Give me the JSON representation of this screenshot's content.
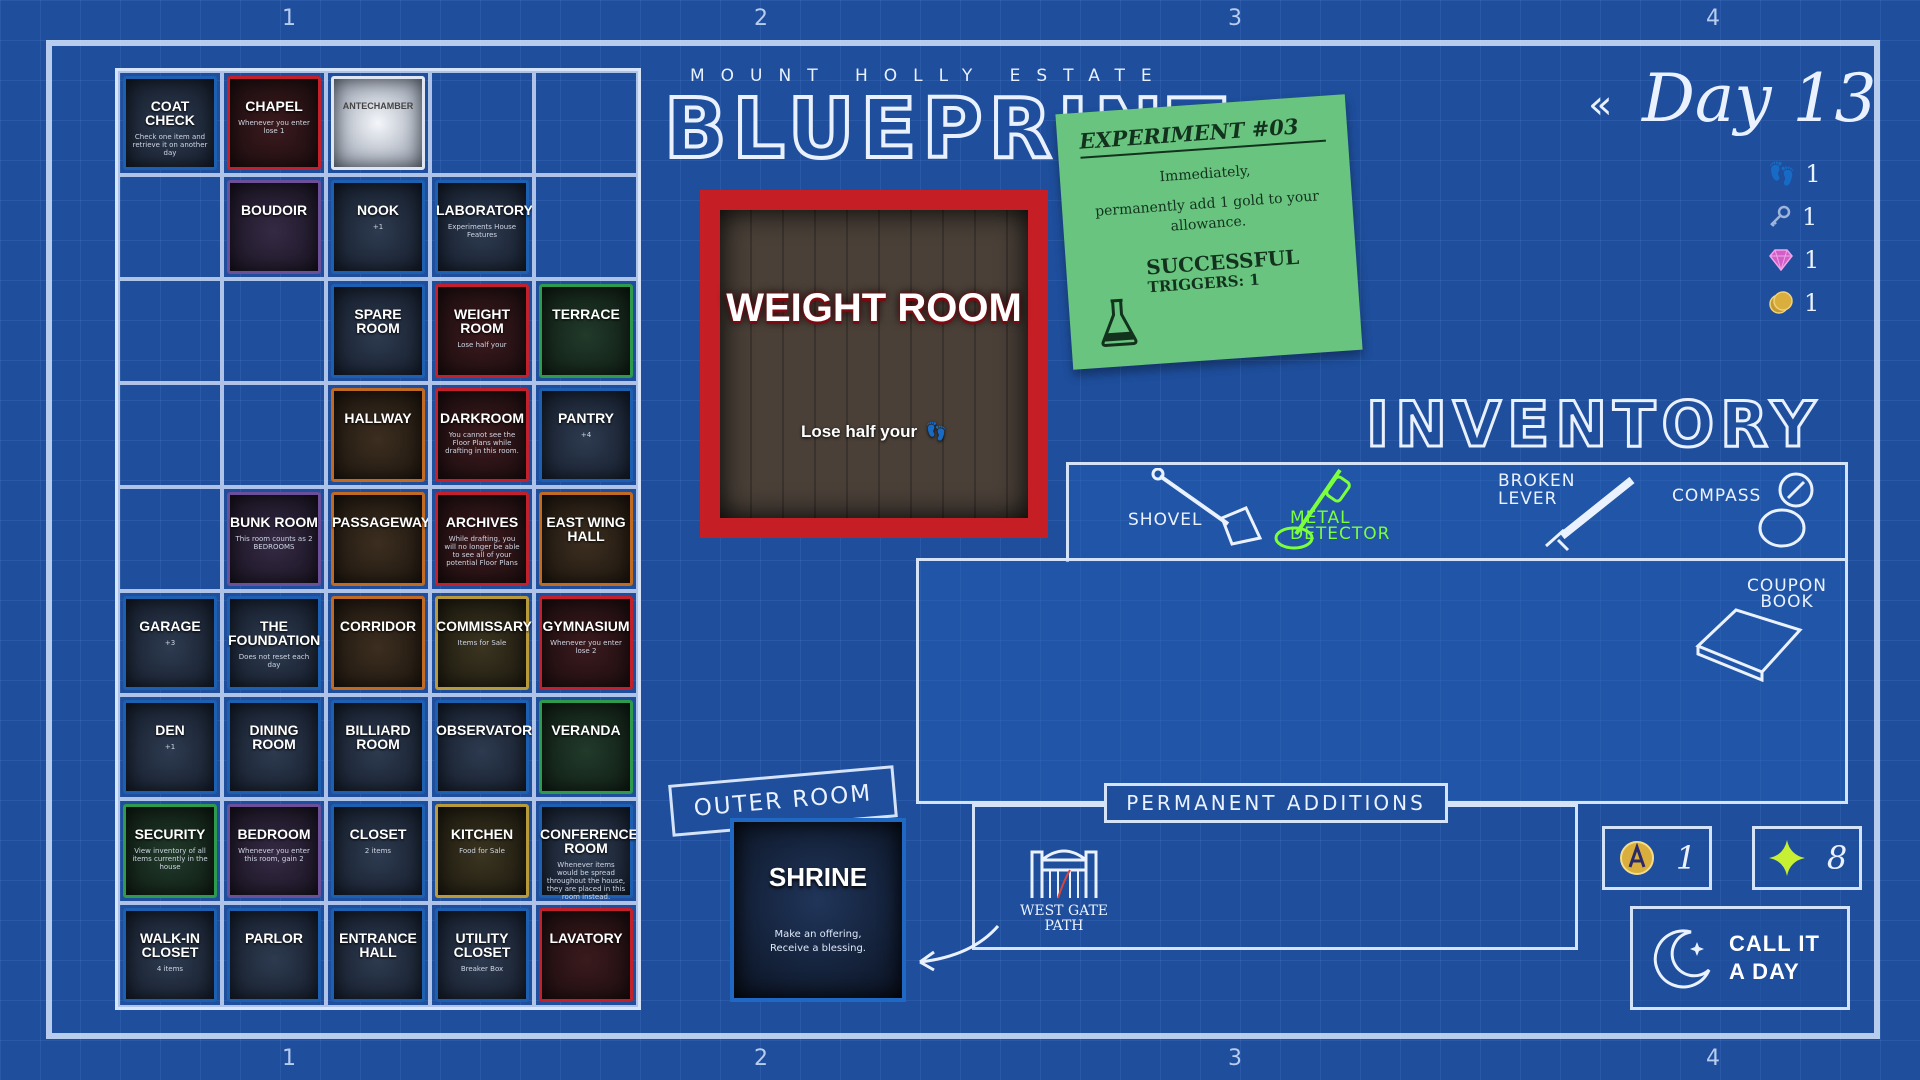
{
  "header": {
    "subtitle": "MOUNT HOLLY ESTATE",
    "title": "BLUEPRINT"
  },
  "rulers": {
    "top": [
      "1",
      "2",
      "3",
      "4"
    ],
    "bottom": [
      "1",
      "2",
      "3",
      "4"
    ]
  },
  "grid": {
    "rows": [
      [
        {
          "name": "COAT CHECK",
          "color": "blue",
          "desc": "Check one item and retrieve it on another day"
        },
        {
          "name": "CHAPEL",
          "color": "red",
          "desc": "Whenever you enter lose 1"
        },
        {
          "name": "ANTECHAMBER",
          "color": "white",
          "desc": ""
        },
        null,
        null
      ],
      [
        null,
        {
          "name": "BOUDOIR",
          "color": "purple",
          "desc": ""
        },
        {
          "name": "NOOK",
          "color": "blue",
          "desc": "+1"
        },
        {
          "name": "LABORATORY",
          "color": "blue",
          "desc": "Experiments House Features"
        },
        null
      ],
      [
        null,
        null,
        {
          "name": "SPARE ROOM",
          "color": "blue",
          "desc": ""
        },
        {
          "name": "WEIGHT ROOM",
          "color": "red",
          "desc": "Lose half your"
        },
        {
          "name": "TERRACE",
          "color": "green",
          "desc": ""
        }
      ],
      [
        null,
        null,
        {
          "name": "HALLWAY",
          "color": "orange",
          "desc": ""
        },
        {
          "name": "DARKROOM",
          "color": "red",
          "desc": "You cannot see the Floor Plans while drafting in this room."
        },
        {
          "name": "PANTRY",
          "color": "blue",
          "desc": "+4"
        }
      ],
      [
        null,
        {
          "name": "BUNK ROOM",
          "color": "purple",
          "desc": "This room counts as 2 BEDROOMS"
        },
        {
          "name": "PASSAGEWAY",
          "color": "orange",
          "desc": ""
        },
        {
          "name": "ARCHIVES",
          "color": "red",
          "desc": "While drafting, you will no longer be able to see all of your potential Floor Plans"
        },
        {
          "name": "EAST WING HALL",
          "color": "orange",
          "desc": ""
        }
      ],
      [
        {
          "name": "GARAGE",
          "color": "blue",
          "desc": "+3"
        },
        {
          "name": "THE FOUNDATION",
          "color": "blue",
          "desc": "Does not reset each day"
        },
        {
          "name": "CORRIDOR",
          "color": "orange",
          "desc": ""
        },
        {
          "name": "COMMISSARY",
          "color": "gold",
          "desc": "Items for Sale"
        },
        {
          "name": "GYMNASIUM",
          "color": "red",
          "desc": "Whenever you enter lose 2"
        }
      ],
      [
        {
          "name": "DEN",
          "color": "blue",
          "desc": "+1"
        },
        {
          "name": "DINING ROOM",
          "color": "blue",
          "desc": ""
        },
        {
          "name": "BILLIARD ROOM",
          "color": "blue",
          "desc": ""
        },
        {
          "name": "OBSERVATORY",
          "color": "blue",
          "desc": ""
        },
        {
          "name": "VERANDA",
          "color": "green",
          "desc": ""
        }
      ],
      [
        {
          "name": "SECURITY",
          "color": "green",
          "desc": "View inventory of all items currently in the house"
        },
        {
          "name": "BEDROOM",
          "color": "purple",
          "desc": "Whenever you enter this room, gain 2"
        },
        {
          "name": "CLOSET",
          "color": "blue",
          "desc": "2 items"
        },
        {
          "name": "KITCHEN",
          "color": "gold",
          "desc": "Food for Sale"
        },
        {
          "name": "CONFERENCE ROOM",
          "color": "blue",
          "desc": "Whenever items would be spread throughout the house, they are placed in this room instead."
        }
      ],
      [
        {
          "name": "WALK-IN CLOSET",
          "color": "blue",
          "desc": "4 items"
        },
        {
          "name": "PARLOR",
          "color": "blue",
          "desc": ""
        },
        {
          "name": "ENTRANCE HALL",
          "color": "blue",
          "desc": ""
        },
        {
          "name": "UTILITY CLOSET",
          "color": "blue",
          "desc": "Breaker Box"
        },
        {
          "name": "LAVATORY",
          "color": "red",
          "desc": ""
        }
      ]
    ]
  },
  "featured_room": {
    "name": "WEIGHT ROOM",
    "desc": "Lose half your",
    "icon": "footsteps-icon"
  },
  "note": {
    "title": "EXPERIMENT #03",
    "line1": "Immediately,",
    "line2": "permanently add 1 gold to your allowance.",
    "status": "SUCCESSFUL",
    "triggers": "TRIGGERS: 1"
  },
  "day": {
    "label": "Day 13",
    "back": "«"
  },
  "counters": [
    {
      "icon": "footsteps-icon",
      "value": "1"
    },
    {
      "icon": "key-icon",
      "value": "1"
    },
    {
      "icon": "gem-icon",
      "value": "1"
    },
    {
      "icon": "coin-icon",
      "value": "1"
    }
  ],
  "inventory": {
    "title": "INVENTORY",
    "items": [
      {
        "name": "SHOVEL",
        "highlight": false
      },
      {
        "name": "METAL DETECTOR",
        "highlight": true
      },
      {
        "name": "BROKEN LEVER",
        "highlight": false
      },
      {
        "name": "COMPASS",
        "highlight": false
      },
      {
        "name": "COUPON BOOK",
        "highlight": false
      }
    ],
    "highlight_color": "#7cff3c"
  },
  "permanent_additions": {
    "label": "PERMANENT ADDITIONS",
    "items": [
      {
        "name": "WEST GATE PATH"
      }
    ]
  },
  "outer_room": {
    "label": "OUTER ROOM",
    "name": "SHRINE",
    "desc1": "Make an offering,",
    "desc2": "Receive a blessing."
  },
  "stats": [
    {
      "icon": "allowance-icon",
      "value": "1"
    },
    {
      "icon": "star-icon",
      "value": "8"
    }
  ],
  "call_it_a_day": {
    "line1": "CALL IT",
    "line2": "A DAY"
  },
  "colors": {
    "background": "#1e4e9c",
    "red_room": "#c61e25",
    "note_green": "#69c47f",
    "line": "#d5e3f8"
  }
}
